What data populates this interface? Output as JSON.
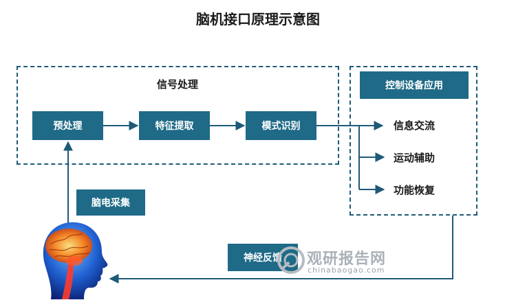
{
  "title": "脑机接口原理示意图",
  "signal_section": {
    "label": "信号处理"
  },
  "nodes": {
    "preprocess": "预处理",
    "feature": "特征提取",
    "pattern": "模式识别",
    "eeg": "脑电采集",
    "feedback": "神经反馈",
    "control": "控制设备应用"
  },
  "outputs": [
    "信息交流",
    "运动辅助",
    "功能恢复"
  ],
  "watermark": {
    "cn": "观研报告网",
    "url": "chinabaogao.com"
  },
  "colors": {
    "node": "#1e6a87",
    "line": "#1e5a78",
    "border": "#1e5a78"
  }
}
